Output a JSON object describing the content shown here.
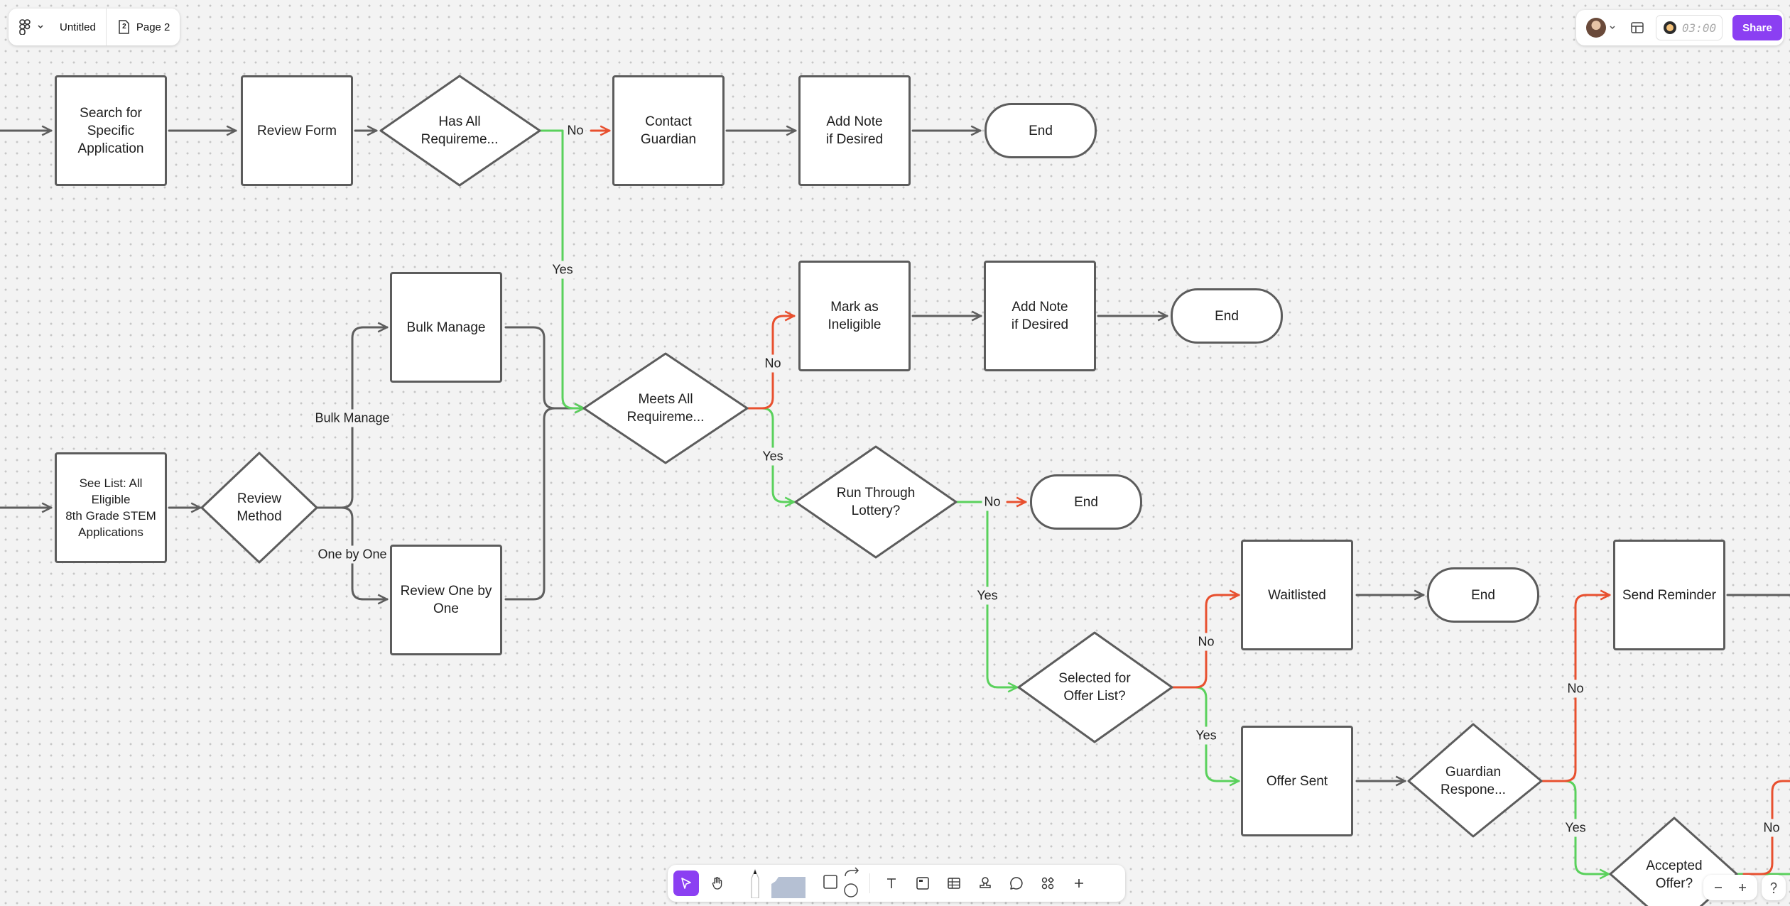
{
  "file": {
    "name": "Untitled",
    "page": "Page 2",
    "page_number": "2"
  },
  "header": {
    "timer": "03:00",
    "share_label": "Share"
  },
  "colors": {
    "accent": "#8b3ff2",
    "yes_edge": "#5ad15c",
    "no_edge": "#e8502f",
    "neutral_edge": "#5e5e5e"
  },
  "nodes": {
    "search_specific": "Search for\nSpecific\nApplication",
    "review_form": "Review Form",
    "has_all_req": "Has All\nRequireme...",
    "contact_guardian": "Contact\nGuardian",
    "add_note_1": "Add Note\nif Desired",
    "end_1": "End",
    "bulk_manage": "Bulk Manage",
    "mark_ineligible": "Mark as\nIneligible",
    "add_note_2": "Add Note\nif Desired",
    "end_2": "End",
    "meets_all_req": "Meets All\nRequireme...",
    "see_list": "See List: All\nEligible\n8th Grade STEM\nApplications",
    "review_method": "Review\nMethod",
    "run_lottery": "Run Through\nLottery?",
    "end_3": "End",
    "review_one": "Review One by\nOne",
    "waitlisted": "Waitlisted",
    "end_4": "End",
    "send_reminder": "Send Reminder",
    "selected_offer": "Selected for\nOffer List?",
    "offer_sent": "Offer Sent",
    "guardian_response": "Guardian\nRespone...",
    "accepted_offer": "Accepted\nOffer?"
  },
  "edge_labels": {
    "no_1": "No",
    "yes_1": "Yes",
    "bulk_manage": "Bulk Manage",
    "one_by_one": "One by One",
    "no_2": "No",
    "yes_2": "Yes",
    "no_3": "No",
    "yes_3": "Yes",
    "no_4": "No",
    "yes_4": "Yes",
    "no_5": "No",
    "yes_5": "Yes",
    "no_6": "No"
  }
}
